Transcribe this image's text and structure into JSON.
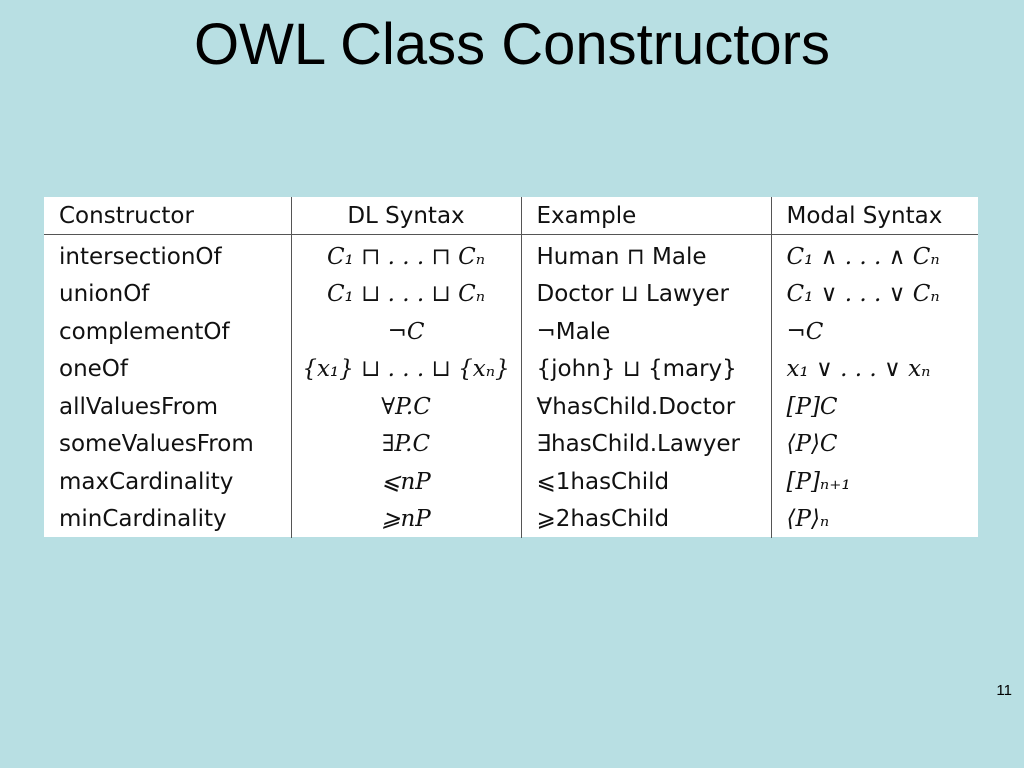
{
  "slide": {
    "title": "OWL Class Constructors",
    "page_number": "11"
  },
  "table": {
    "headers": [
      "Constructor",
      "DL Syntax",
      "Example",
      "Modal Syntax"
    ],
    "rows": [
      {
        "constructor": "intersectionOf",
        "dl": "C₁ ⊓ . . . ⊓ Cₙ",
        "example": "Human ⊓ Male",
        "modal": "C₁ ∧ . . . ∧ Cₙ"
      },
      {
        "constructor": "unionOf",
        "dl": "C₁ ⊔ . . . ⊔ Cₙ",
        "example": "Doctor ⊔ Lawyer",
        "modal": "C₁ ∨ . . . ∨ Cₙ"
      },
      {
        "constructor": "complementOf",
        "dl": "¬C",
        "example": "¬Male",
        "modal": "¬C"
      },
      {
        "constructor": "oneOf",
        "dl": "{x₁} ⊔ . . . ⊔ {xₙ}",
        "example": "{john} ⊔ {mary}",
        "modal": "x₁ ∨ . . . ∨ xₙ"
      },
      {
        "constructor": "allValuesFrom",
        "dl": "∀P.C",
        "example": "∀hasChild.Doctor",
        "modal": "[P]C"
      },
      {
        "constructor": "someValuesFrom",
        "dl": "∃P.C",
        "example": "∃hasChild.Lawyer",
        "modal": "⟨P⟩C"
      },
      {
        "constructor": "maxCardinality",
        "dl": "⩽nP",
        "example": "⩽1hasChild",
        "modal": "[P]ₙ₊₁"
      },
      {
        "constructor": "minCardinality",
        "dl": "⩾nP",
        "example": "⩾2hasChild",
        "modal": "⟨P⟩ₙ"
      }
    ]
  }
}
